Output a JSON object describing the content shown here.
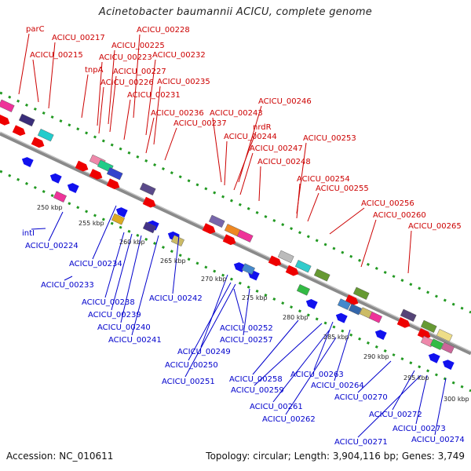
{
  "title": "Acinetobacter baumannii ACICU, complete genome",
  "footer": {
    "accession_label": "Accession:",
    "accession": "NC_010611",
    "topology_label": "Topology:",
    "topology": "circular",
    "length_label": "Length:",
    "length": "3,904,116 bp",
    "genes_label": "Genes:",
    "genes": "3,749"
  },
  "colors": {
    "forward_label": "#cc0000",
    "reverse_label": "#0000cc",
    "forward_arrow": "#ee0000",
    "reverse_arrow": "#1111ee",
    "backbone": "#888888",
    "dots": "#229922"
  },
  "ticks": [
    {
      "label": "250 kbp",
      "kbp": 250
    },
    {
      "label": "255 kbp",
      "kbp": 255
    },
    {
      "label": "260 kbp",
      "kbp": 260
    },
    {
      "label": "265 kbp",
      "kbp": 265
    },
    {
      "label": "270 kbp",
      "kbp": 270
    },
    {
      "label": "275 kbp",
      "kbp": 275
    },
    {
      "label": "280 kbp",
      "kbp": 280
    },
    {
      "label": "285 kbp",
      "kbp": 285
    },
    {
      "label": "290 kbp",
      "kbp": 290
    },
    {
      "label": "295 kbp",
      "kbp": 295
    },
    {
      "label": "300 kbp",
      "kbp": 300
    }
  ],
  "forward_genes": [
    "parC",
    "ACICU_00217",
    "ACICU_00215",
    "ACICU_00228",
    "ACICU_00225",
    "ACICU_00223",
    "ACICU_00232",
    "tnpA",
    "ACICU_00227",
    "ACICU_00226",
    "ACICU_00235",
    "ACICU_00231",
    "ACICU_00246",
    "ACICU_00236",
    "ACICU_00243",
    "ACICU_00237",
    "nrdR",
    "ACICU_00244",
    "ACICU_00247",
    "ACICU_00253",
    "ACICU_00248",
    "ACICU_00254",
    "ACICU_00255",
    "ACICU_00256",
    "ACICU_00260",
    "ACICU_00265"
  ],
  "reverse_genes": [
    "intI",
    "ACICU_00224",
    "ACICU_00234",
    "ACICU_00233",
    "ACICU_00242",
    "ACICU_00238",
    "ACICU_00239",
    "ACICU_00240",
    "ACICU_00241",
    "ACICU_00252",
    "ACICU_00257",
    "ACICU_00249",
    "ACICU_00250",
    "ACICU_00251",
    "ACICU_00258",
    "ACICU_00263",
    "ACICU_00259",
    "ACICU_00264",
    "ACICU_00261",
    "ACICU_00262",
    "ACICU_00270",
    "ACICU_00272",
    "ACICU_00273",
    "ACICU_00271",
    "ACICU_00274"
  ]
}
